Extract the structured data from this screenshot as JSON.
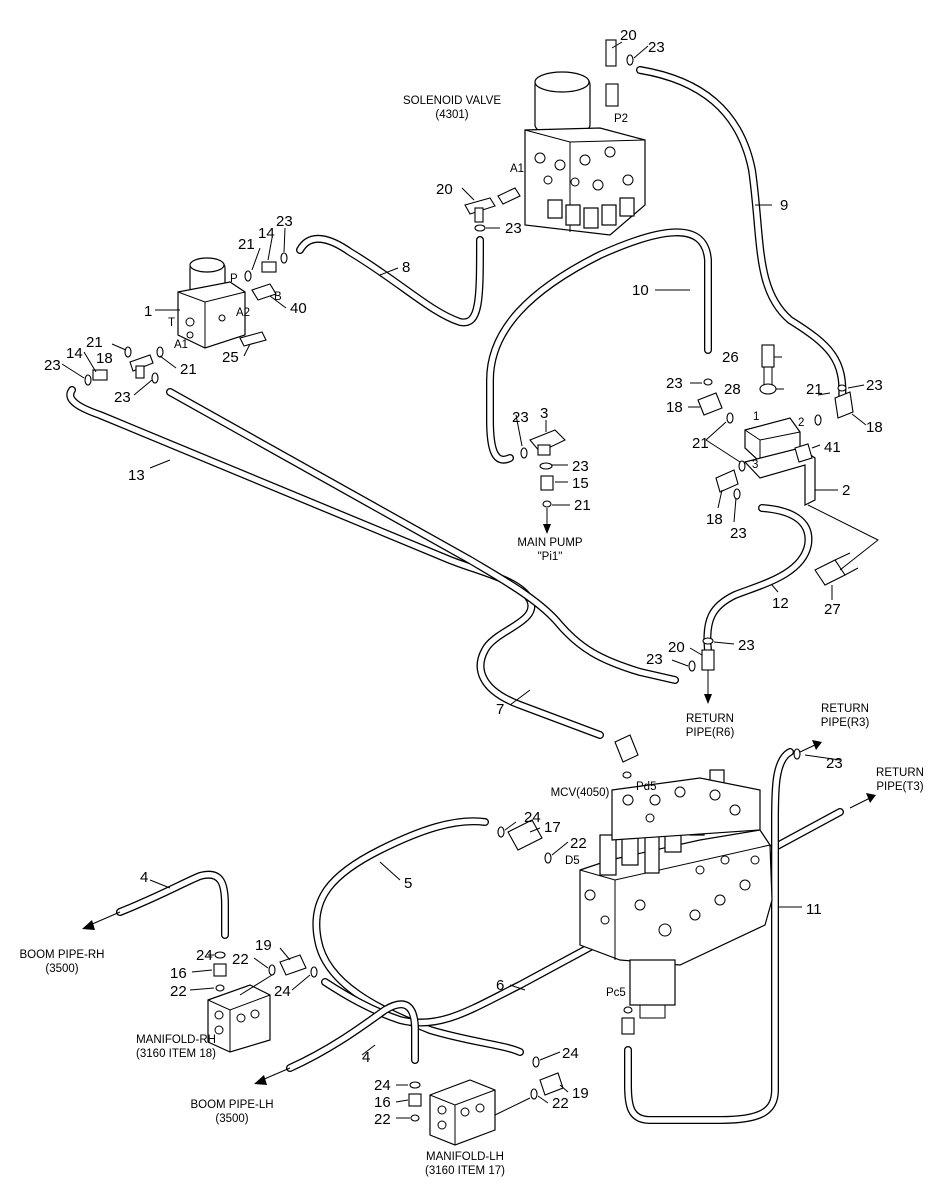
{
  "labels": {
    "solenoid_valve": "SOLENOID VALVE",
    "solenoid_valve_code": "(4301)",
    "main_pump": "MAIN PUMP",
    "main_pump_port": "\"Pi1\"",
    "return_r6_1": "RETURN",
    "return_r6_2": "PIPE(R6)",
    "return_r3_1": "RETURN",
    "return_r3_2": "PIPE(R3)",
    "return_t3_1": "RETURN",
    "return_t3_2": "PIPE(T3)",
    "mcv": "MCV(4050)",
    "boom_rh_1": "BOOM PIPE-RH",
    "boom_rh_2": "(3500)",
    "boom_lh_1": "BOOM PIPE-LH",
    "boom_lh_2": "(3500)",
    "manifold_rh_1": "MANIFOLD-RH",
    "manifold_rh_2": "(3160 ITEM 18)",
    "manifold_lh_1": "MANIFOLD-LH",
    "manifold_lh_2": "(3160 ITEM 17)"
  },
  "ports": {
    "p": "P",
    "t": "T",
    "a1": "A1",
    "a2": "A2",
    "b": "B",
    "sv_a1": "A1",
    "sv_p2": "P2",
    "blk_1": "1",
    "blk_2": "2",
    "blk_3": "3",
    "pd5": "Pd5",
    "d5": "D5",
    "pc5": "Pc5"
  },
  "callouts": {
    "c20a": "20",
    "c23a": "23",
    "c9": "9",
    "c20b": "20",
    "c23b": "23",
    "c21a": "21",
    "c14a": "14",
    "c23c": "23",
    "c8": "8",
    "c1": "1",
    "c40": "40",
    "c25": "25",
    "c21b": "21",
    "c14b": "14",
    "c23d": "23",
    "c18a": "18",
    "c23e": "23",
    "c21c": "21",
    "c10": "10",
    "c26": "26",
    "c23f": "23",
    "c28": "28",
    "c21d": "21",
    "c23g": "23",
    "c18b": "18",
    "c18c": "18",
    "c41": "41",
    "c21e": "21",
    "c3": "3",
    "c23h": "23",
    "c23i": "23",
    "c15": "15",
    "c21f": "21",
    "c13": "13",
    "c2": "2",
    "c18d": "18",
    "c23j": "23",
    "c12": "12",
    "c27": "27",
    "c20c": "20",
    "c23k": "23",
    "c23l": "23",
    "c7": "7",
    "c23m": "23",
    "c24a": "24",
    "c17": "17",
    "c22a": "22",
    "c5": "5",
    "c11": "11",
    "c4a": "4",
    "c19a": "19",
    "c24b": "24",
    "c22b": "22",
    "c16a": "16",
    "c22c": "22",
    "c24c": "24",
    "c6": "6",
    "c4b": "4",
    "c24d": "24",
    "c24e": "24",
    "c16b": "16",
    "c22d": "22",
    "c19b": "19",
    "c22e": "22"
  }
}
